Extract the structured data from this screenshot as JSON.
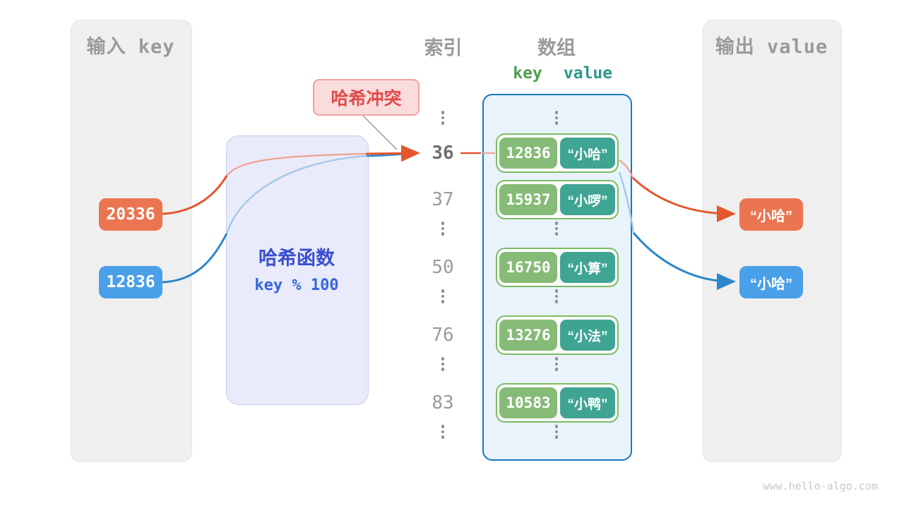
{
  "left_panel": {
    "title": "输入 key",
    "keys": [
      {
        "value": "20336",
        "color": "#ec7551"
      },
      {
        "value": "12836",
        "color": "#4aa0e8"
      }
    ]
  },
  "hash_box": {
    "title": "哈希函数",
    "formula": "key % 100"
  },
  "collision_label": "哈希冲突",
  "index_column": {
    "title": "索引",
    "values": [
      "36",
      "37",
      "50",
      "76",
      "83"
    ],
    "highlighted": "36"
  },
  "array": {
    "title": "数组",
    "col_key": "key",
    "col_value": "value",
    "rows": [
      {
        "key": "12836",
        "value": "“小哈”"
      },
      {
        "key": "15937",
        "value": "“小啰”"
      },
      {
        "key": "16750",
        "value": "“小算”"
      },
      {
        "key": "13276",
        "value": "“小法”"
      },
      {
        "key": "10583",
        "value": "“小鸭”"
      }
    ]
  },
  "right_panel": {
    "title": "输出 value",
    "outputs": [
      {
        "value": "“小哈”",
        "color": "#ec7551"
      },
      {
        "value": "“小哈”",
        "color": "#4aa0e8"
      }
    ]
  },
  "watermark": "www.hello-algo.com",
  "colors": {
    "orange": "#ec7551",
    "blue": "#4aa0e8",
    "green_pill": "#86bb77",
    "teal_pill": "#40a493",
    "pair_border": "#7abe63",
    "array_border": "#1979be",
    "array_fill": "#e9f3fb",
    "hash_fill": "#e9ebfa",
    "hash_text": "#3a4ed0",
    "collision_text": "#e04b4b",
    "key_header": "#4f9b4f",
    "value_header": "#2e968b",
    "arrow_orange": "#e4572e",
    "arrow_blue": "#2c87c8"
  },
  "icons": {
    "ellipsis": "⋮"
  }
}
